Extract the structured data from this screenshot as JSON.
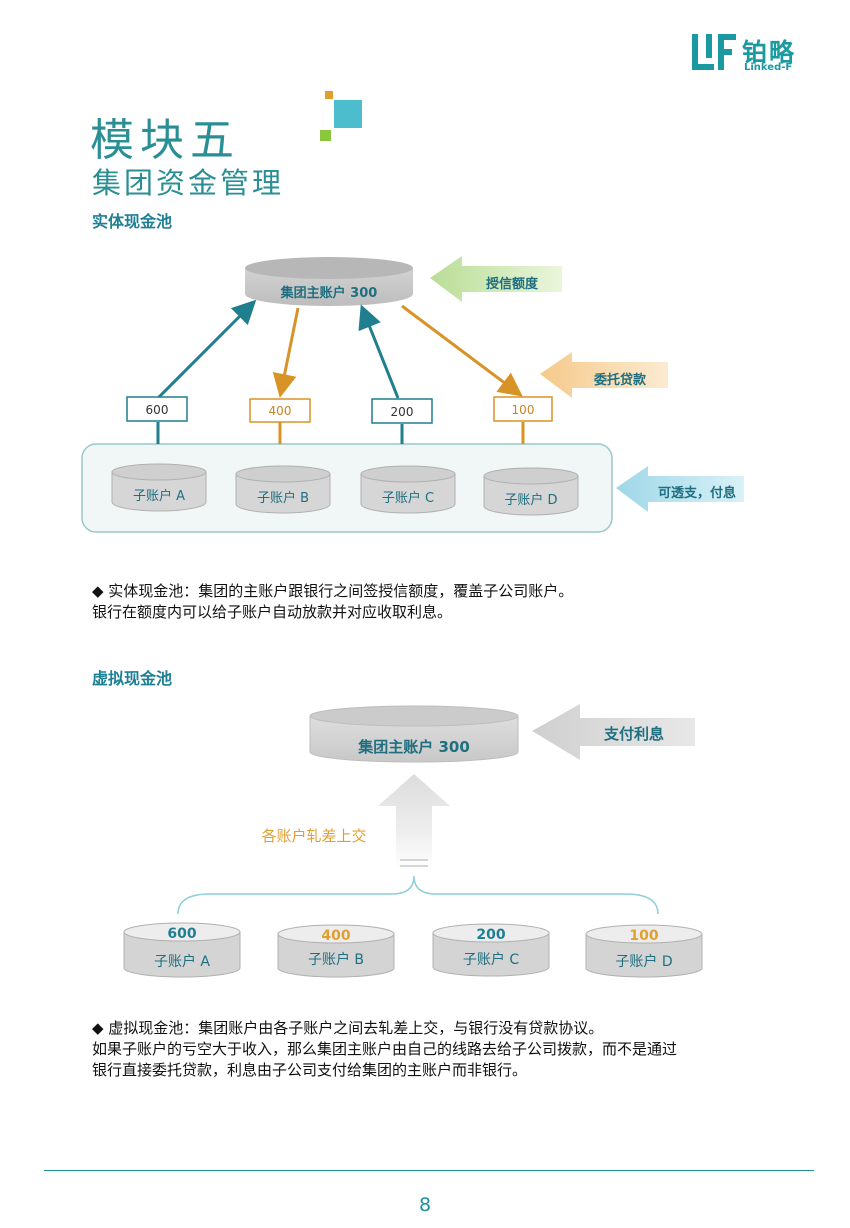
{
  "header": {
    "logo_cn": "铂略",
    "logo_en": "Linked-F"
  },
  "title": {
    "main": "模块五",
    "sub": "集团资金管理"
  },
  "section1": {
    "heading": "实体现金池",
    "main_account": "集团主账户 300",
    "side_labels": [
      "授信额度",
      "委托贷款",
      "可透支，付息"
    ],
    "amounts": [
      "600",
      "400",
      "200",
      "100"
    ],
    "sub_accounts": [
      "子账户 A",
      "子账户 B",
      "子账户 C",
      "子账户 D"
    ],
    "desc_line1": "◆ 实体现金池：集团的主账户跟银行之间签授信额度，覆盖子公司账户。",
    "desc_line2": "银行在额度内可以给子账户自动放款并对应收取利息。"
  },
  "section2": {
    "heading": "虚拟现金池",
    "main_account": "集团主账户 300",
    "interest_label": "支付利息",
    "netting_label": "各账户轧差上交",
    "amounts": [
      "600",
      "400",
      "200",
      "100"
    ],
    "sub_accounts": [
      "子账户 A",
      "子账户 B",
      "子账户 C",
      "子账户 D"
    ],
    "desc_line1": "◆ 虚拟现金池：集团账户由各子账户之间去轧差上交，与银行没有贷款协议。",
    "desc_line2": "如果子账户的亏空大于收入，那么集团主账户由自己的线路去给子公司拨款，而不是通过",
    "desc_line3": "银行直接委托贷款，利息由子公司支付给集团的主账户而非银行。"
  },
  "footer": {
    "page_number": "8"
  },
  "colors": {
    "teal": "#1f8f9a",
    "orange": "#e0a030",
    "gray": "#c9c9c9"
  }
}
